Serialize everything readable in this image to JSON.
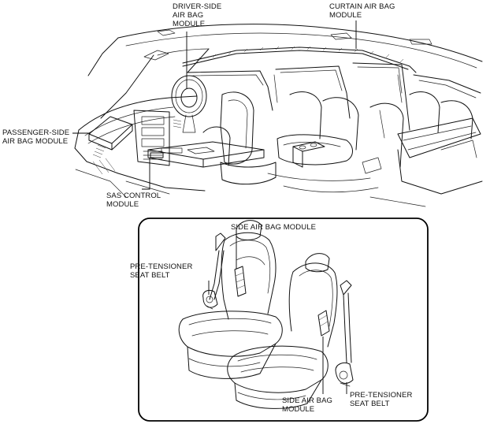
{
  "labels": {
    "driver_side": [
      "DRIVER-SIDE",
      "AIR BAG",
      "MODULE"
    ],
    "curtain": [
      "CURTAIN AIR BAG",
      "MODULE"
    ],
    "passenger_side": [
      "PASSENGER-SIDE",
      "AIR BAG MODULE"
    ],
    "sas_control": [
      "SAS CONTROL",
      "MODULE"
    ],
    "side_top": [
      "SIDE AIR BAG MODULE"
    ],
    "pretensioner_left": [
      "PRE-TENSIONER",
      "SEAT BELT"
    ],
    "side_bottom": [
      "SIDE AIR BAG",
      "MODULE"
    ],
    "pretensioner_right": [
      "PRE-TENSIONER",
      "SEAT BELT"
    ]
  }
}
